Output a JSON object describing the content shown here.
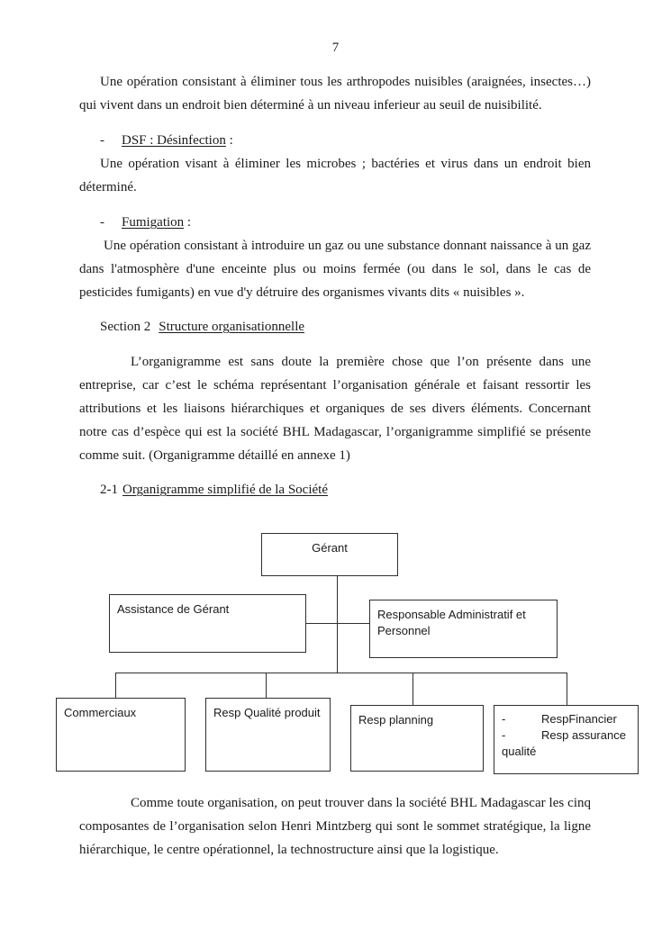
{
  "page_number": "7",
  "list_dash": "-",
  "content": {
    "p1": "Une opération consistant à éliminer tous les arthropodes nuisibles (araignées, insectes…) qui vivent dans un endroit bien déterminé à un niveau inferieur au seuil de nuisibilité.",
    "dsf": {
      "term": "DSF : Désinfection",
      "suffix": " :"
    },
    "p2": "Une opération visant à éliminer les microbes ; bactéries et virus dans un endroit bien déterminé.",
    "fumigation": {
      "term": "Fumigation",
      "suffix": " :"
    },
    "p3": "Une opération consistant à introduire un gaz ou une substance donnant naissance à un gaz dans l'atmosphère d'une enceinte plus ou moins fermée (ou dans le sol, dans le cas de pesticides fumigants) en vue d'y détruire des organismes vivants dits « nuisibles ».",
    "section2": {
      "prefix": "Section 2",
      "title": "Structure organisationnelle"
    },
    "p4": "L’organigramme est sans doute la première chose que l’on présente dans une entreprise, car c’est le schéma représentant l’organisation générale et faisant ressortir les attributions et les liaisons hiérarchiques et organiques de ses divers éléments. Concernant notre cas d’espèce qui est la société BHL Madagascar, l’organigramme simplifié se présente comme suit. (Organigramme détaillé en annexe 1)",
    "sub21": {
      "prefix": "2-1",
      "title": "Organigramme simplifié de la Société"
    },
    "p5": "Comme toute organisation, on peut trouver dans la société BHL Madagascar les cinq composantes de l’organisation selon Henri Mintzberg qui sont le sommet stratégique, la ligne hiérarchique, le centre opérationnel, la technostructure ainsi que la logistique."
  },
  "orgchart": {
    "gerant": "Gérant",
    "assistance": "Assistance de Gérant",
    "resp_admin": "Responsable Administratif et Personnel",
    "commerciaux": "Commerciaux",
    "resp_qualite": "Resp Qualité produit",
    "resp_planning": "Resp planning",
    "financier": {
      "item1": "RespFinancier",
      "item2": "Resp assurance qualité"
    }
  }
}
